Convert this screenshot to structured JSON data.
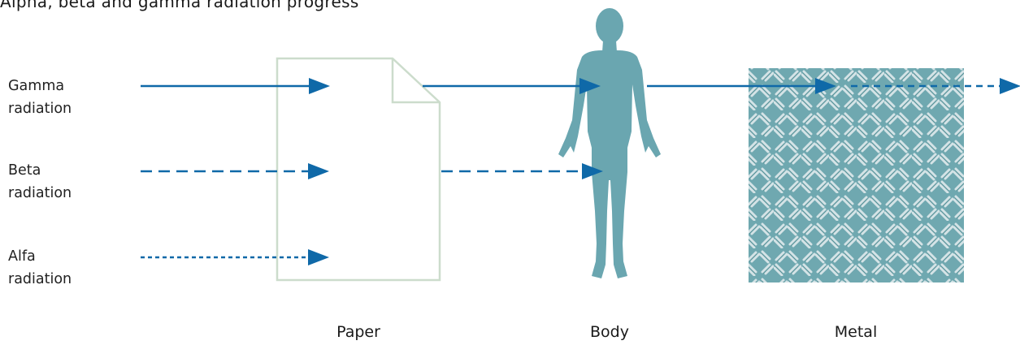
{
  "title": "Alpha, beta and gamma radiation progress",
  "radiation_labels": [
    {
      "line1": "Gamma",
      "line2": "radiation"
    },
    {
      "line1": "Beta",
      "line2": "radiation"
    },
    {
      "line1": "Alfa",
      "line2": "radiation"
    }
  ],
  "barriers": [
    "Paper",
    "Body",
    "Metal"
  ],
  "colors": {
    "arrow": "#0f69a8",
    "figure": "#6aa6b0",
    "paper_stroke": "#ccdccc",
    "metal": "#6fa8b0"
  },
  "icons": [
    "paper-sheet-icon",
    "human-body-icon",
    "metal-plate-icon"
  ]
}
